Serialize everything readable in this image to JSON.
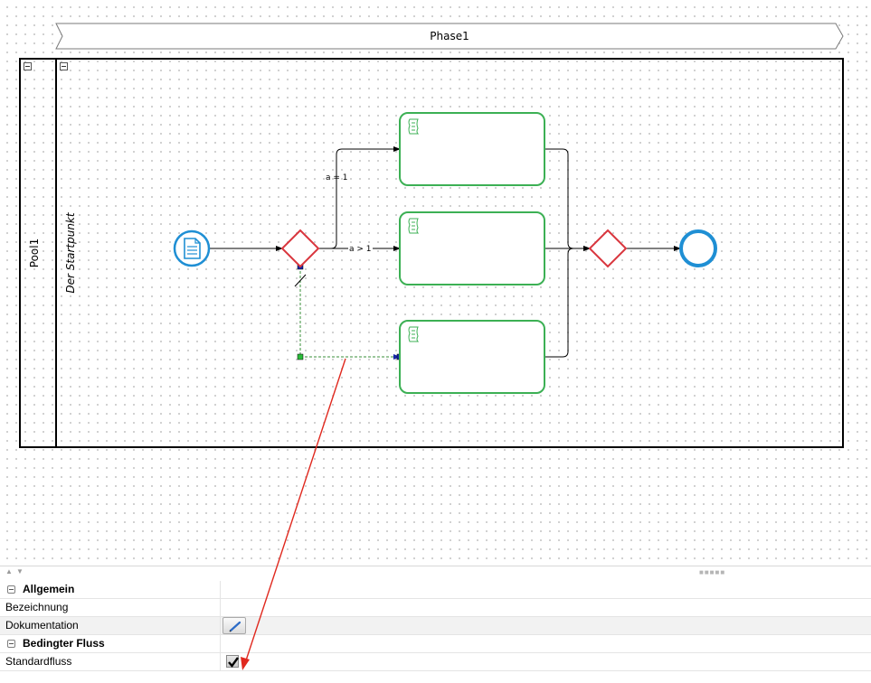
{
  "diagram": {
    "phase": {
      "label": "Phase1"
    },
    "pool": {
      "label": "Pool1"
    },
    "lane": {
      "label": "Der Startpunkt"
    },
    "flows": {
      "upper_condition": "a = 1",
      "middle_condition": "a > 1"
    },
    "colors": {
      "start_event": "#1f8fd4",
      "end_event": "#1f8fd4",
      "gateway": "#d9363e",
      "task_border": "#3cb054",
      "selection_handle_blue": "#1726a8",
      "selection_handle_green": "#2bbd3a",
      "selected_flow": "#3a8f3a",
      "annotation_arrow": "#e0281e"
    },
    "icons": {
      "start_event": "document-icon",
      "task": "script-icon"
    }
  },
  "properties": {
    "sections": [
      {
        "title": "Allgemein",
        "rows": [
          {
            "label": "Bezeichnung",
            "value": ""
          },
          {
            "label": "Dokumentation",
            "control": "edit-pencil-icon"
          }
        ]
      },
      {
        "title": "Bedingter Fluss",
        "rows": [
          {
            "label": "Standardfluss",
            "checked": true
          }
        ]
      }
    ]
  }
}
